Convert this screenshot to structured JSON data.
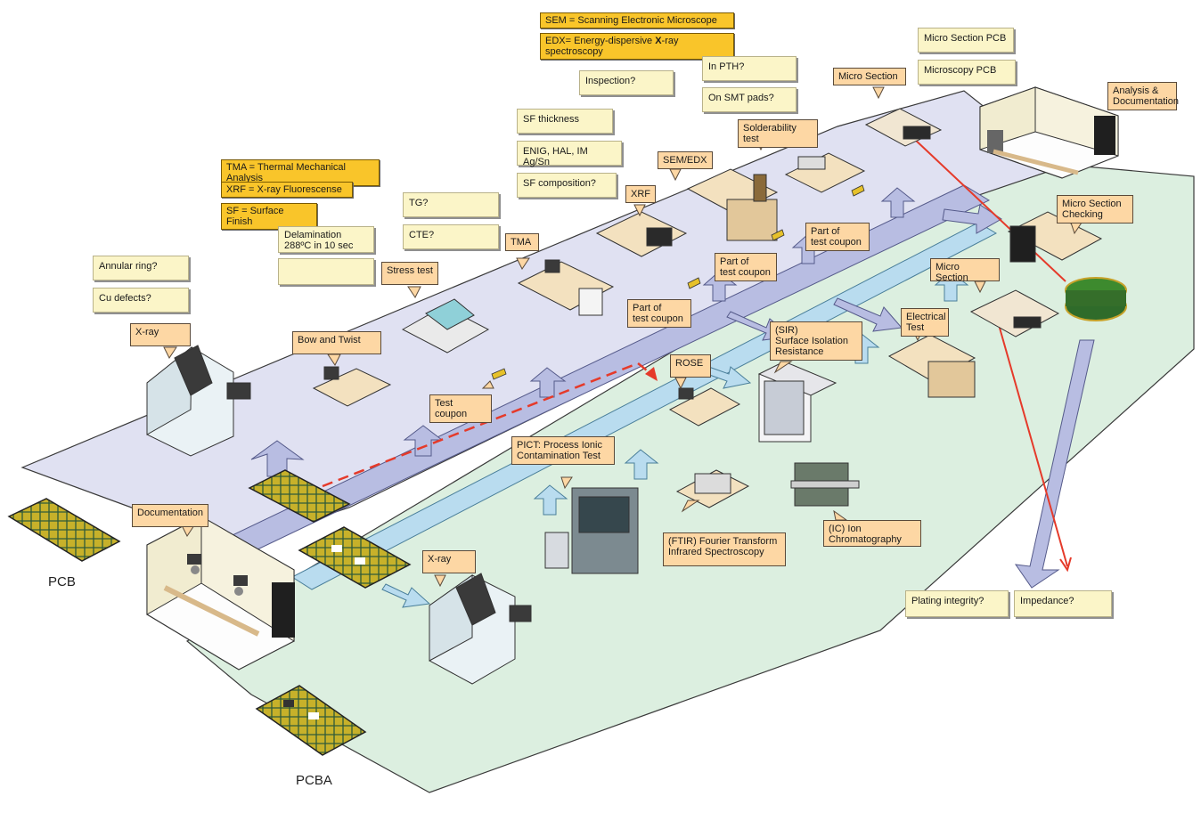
{
  "definitions": {
    "sem": "SEM = Scanning Electronic Microscope",
    "edx_pre": "EDX= Energy-dispersive ",
    "edx_bold": "X",
    "edx_post": "-ray spectroscopy",
    "tma": "TMA = Thermal Mechanical Analysis",
    "xrf": "XRF = X-ray Fluorescense",
    "sf": "SF = Surface Finish"
  },
  "questions": {
    "inspection": "Inspection?",
    "in_pth": "In PTH?",
    "on_smt": "On SMT pads?",
    "sf_thickness": "SF thickness",
    "enig": "ENIG, HAL, IM Ag/Sn",
    "sf_composition": "SF composition?",
    "tg": "TG?",
    "cte": "CTE?",
    "delamination": "Delamination\n288ºC in 10 sec",
    "annular": "Annular ring?",
    "cu_defects": "Cu defects?",
    "micro_section_pcb": "Micro Section PCB",
    "microscopy_pcb": "Microscopy PCB",
    "plating": "Plating integrity?",
    "impedance": "Impedance?"
  },
  "stations": {
    "micro_section_top": "Micro Section",
    "analysis": "Analysis &\nDocumentation",
    "solderability": "Solderability test",
    "sem_edx": "SEM/EDX",
    "xrf": "XRF",
    "tma": "TMA",
    "stress": "Stress test",
    "bow": "Bow and Twist",
    "xray_top": "X-ray",
    "test_coupon": "Test coupon",
    "coupon1": "Part of\ntest coupon",
    "coupon2": "Part of\ntest coupon",
    "coupon3": "Part of\ntest coupon",
    "ms_checking": "Micro Section\nChecking",
    "micro_section_right": "Micro Section",
    "electrical": "Electrical\nTest",
    "sir": "(SIR)\nSurface Isolation\nResistance",
    "rose": "ROSE",
    "pict": "PICT: Process Ionic\nContamination Test",
    "ftir": "(FTIR) Fourier Transform\nInfrared Spectroscopy",
    "ic": "(IC) Ion\nChromatography",
    "documentation": "Documentation",
    "xray_bottom": "X-ray"
  },
  "boards": {
    "pcb": "PCB",
    "pcba": "PCBA"
  },
  "colors": {
    "pcb_lane": "#dfe1f3",
    "pcba_lane": "#dcefe0",
    "pcb_arrow": "#b8bde2",
    "pcba_arrow": "#b9dcef",
    "question_fill": "#fbf5c8",
    "callout_fill": "#fdd7a4",
    "definition_fill": "#f9c52a",
    "red_path": "#e53a2a"
  }
}
